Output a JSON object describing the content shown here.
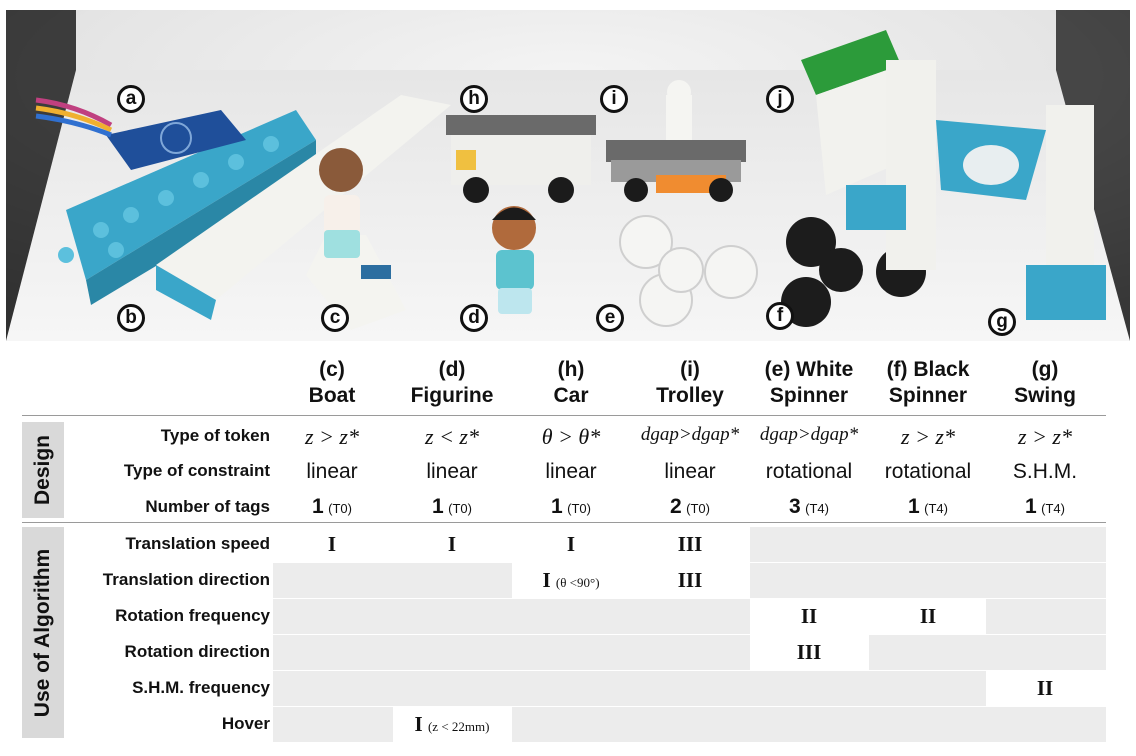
{
  "photo": {
    "markers": [
      "a",
      "b",
      "c",
      "d",
      "e",
      "f",
      "g",
      "h",
      "i",
      "j"
    ]
  },
  "columns": [
    {
      "line1": "(c)",
      "line2": "Boat"
    },
    {
      "line1": "(d)",
      "line2": "Figurine"
    },
    {
      "line1": "(h)",
      "line2": "Car"
    },
    {
      "line1": "(i)",
      "line2": "Trolley"
    },
    {
      "line1": "(e) White",
      "line2": "Spinner"
    },
    {
      "line1": "(f) Black",
      "line2": "Spinner"
    },
    {
      "line1": "(g)",
      "line2": "Swing"
    }
  ],
  "sections": {
    "design": "Design",
    "algorithm": "Use of Algorithm"
  },
  "design_rows": {
    "type_of_token": {
      "label": "Type of token",
      "values": [
        "z > z*",
        "z < z*",
        "θ > θ*",
        "dgap>dgap*",
        "dgap>dgap*",
        "z > z*",
        "z > z*"
      ]
    },
    "type_of_constraint": {
      "label": "Type of constraint",
      "values": [
        "linear",
        "linear",
        "linear",
        "linear",
        "rotational",
        "rotational",
        "S.H.M."
      ]
    },
    "number_of_tags": {
      "label": "Number of tags",
      "values": [
        {
          "n": "1",
          "t": "(T0)"
        },
        {
          "n": "1",
          "t": "(T0)"
        },
        {
          "n": "1",
          "t": "(T0)"
        },
        {
          "n": "2",
          "t": "(T0)"
        },
        {
          "n": "3",
          "t": "(T4)"
        },
        {
          "n": "1",
          "t": "(T4)"
        },
        {
          "n": "1",
          "t": "(T4)"
        }
      ]
    }
  },
  "algorithm_rows": [
    {
      "label": "Translation speed",
      "cells": [
        {
          "v": "I"
        },
        {
          "v": "I"
        },
        {
          "v": "I"
        },
        {
          "v": "III"
        },
        null,
        null,
        null
      ]
    },
    {
      "label": "Translation direction",
      "cells": [
        null,
        null,
        {
          "v": "I",
          "note": "(θ <90°)"
        },
        {
          "v": "III"
        },
        null,
        null,
        null
      ]
    },
    {
      "label": "Rotation frequency",
      "cells": [
        null,
        null,
        null,
        null,
        {
          "v": "II"
        },
        {
          "v": "II"
        },
        null
      ]
    },
    {
      "label": "Rotation direction",
      "cells": [
        null,
        null,
        null,
        null,
        {
          "v": "III"
        },
        null,
        null
      ]
    },
    {
      "label": "S.H.M. frequency",
      "cells": [
        null,
        null,
        null,
        null,
        null,
        null,
        {
          "v": "II"
        }
      ]
    },
    {
      "label": "Hover",
      "cells": [
        null,
        {
          "v": "I",
          "note": "(z < 22mm)"
        },
        null,
        null,
        null,
        null,
        null
      ]
    }
  ],
  "colors": {
    "lego_blue": "#3aa6c9",
    "lego_green": "#2c9b3a",
    "lego_white": "#f2f2ee",
    "grey_cell": "#ececec",
    "section_tab": "#d9d9d9"
  }
}
